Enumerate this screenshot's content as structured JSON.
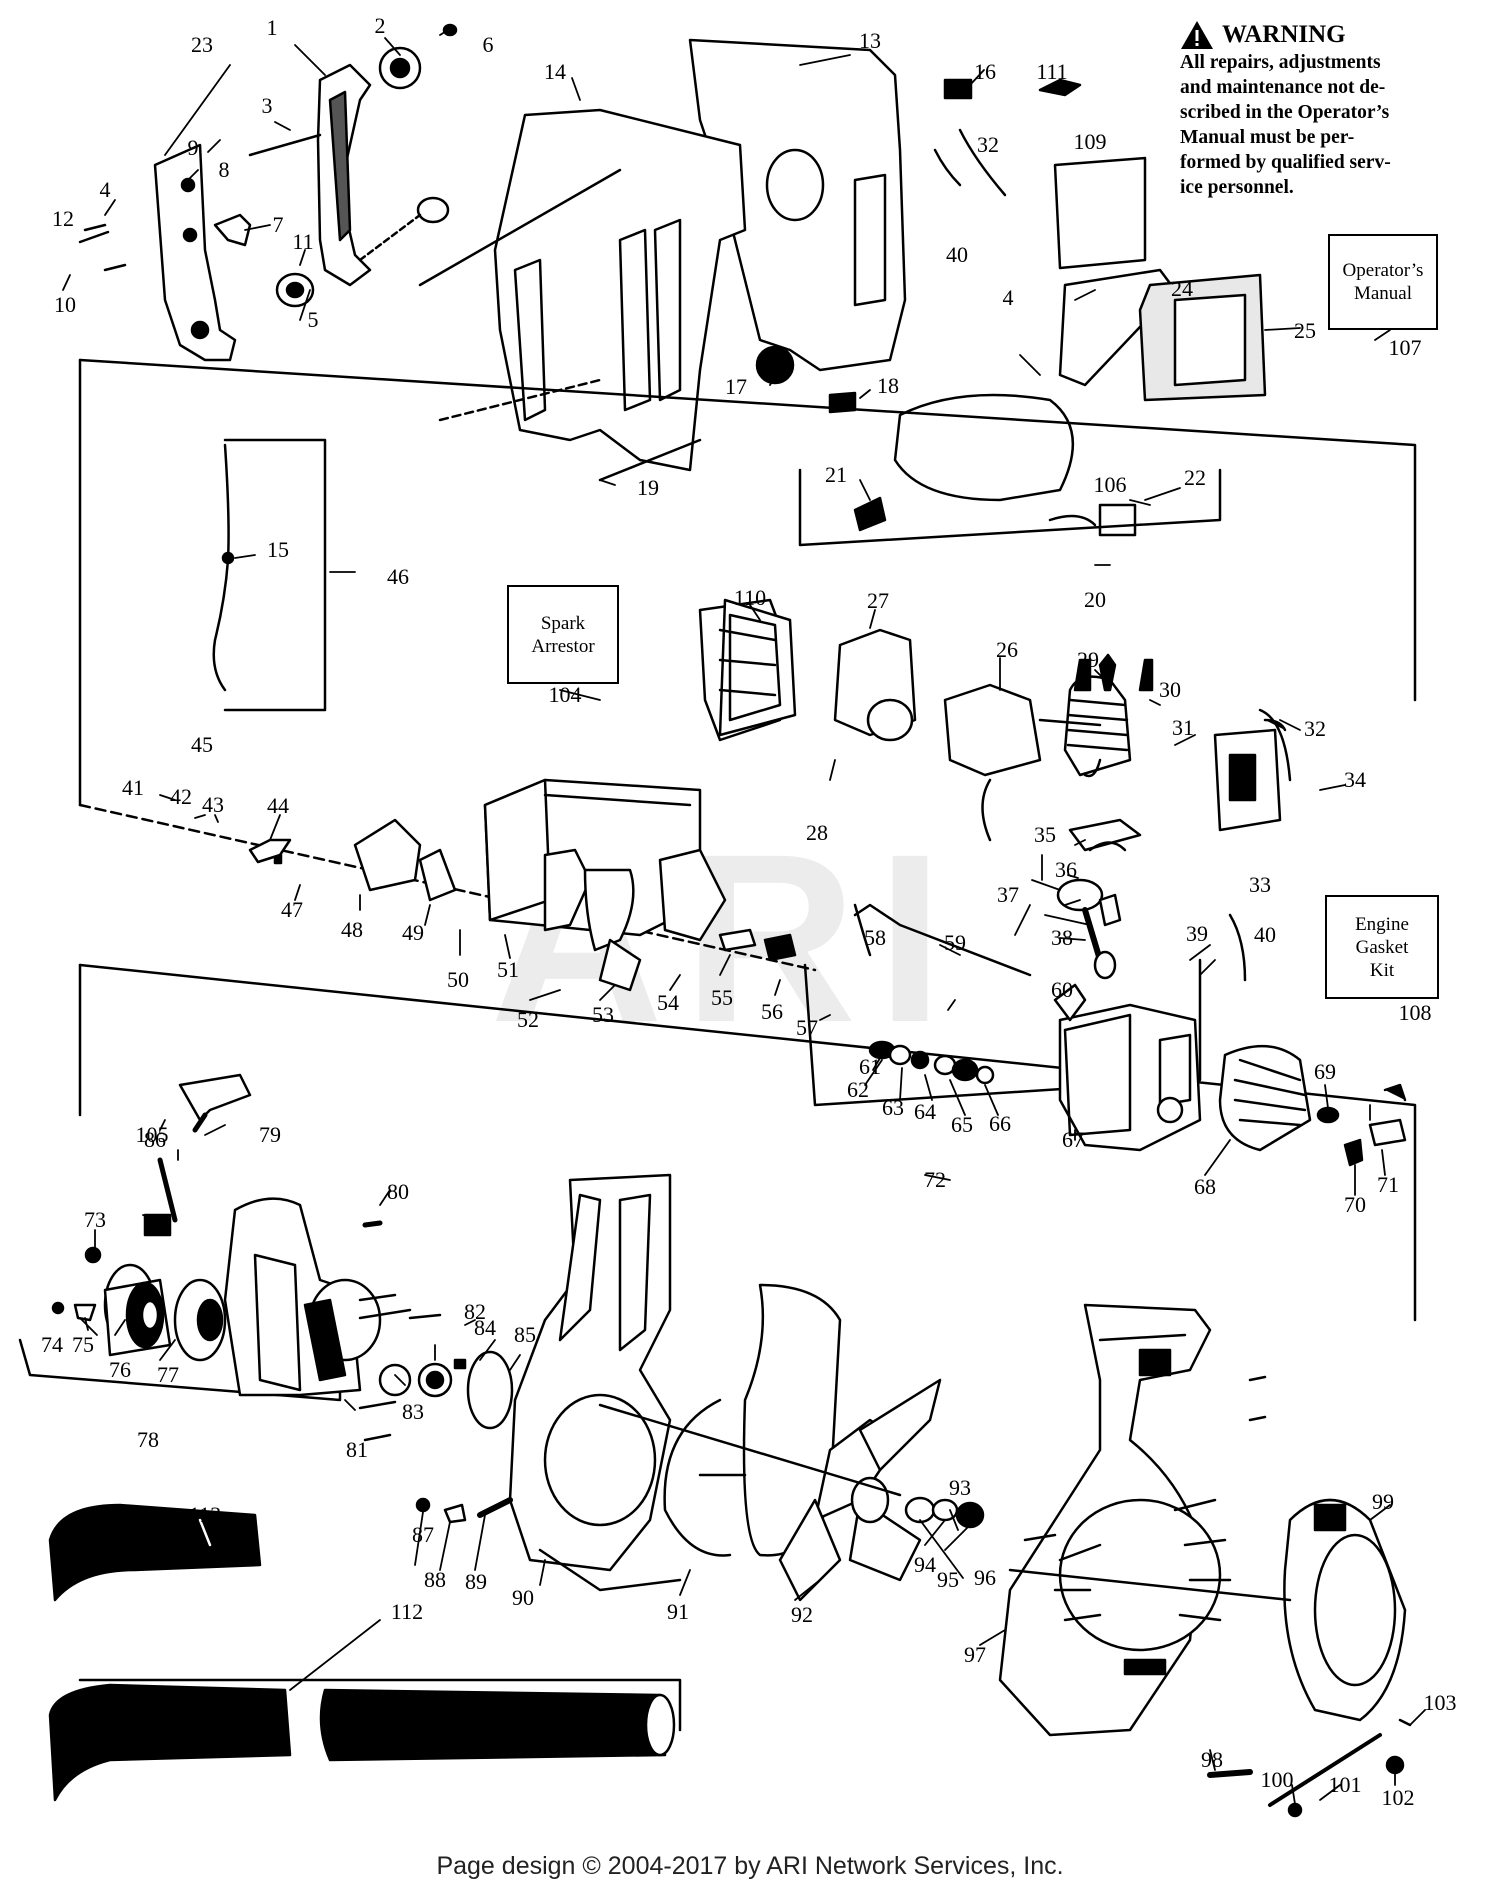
{
  "warning": {
    "title": "WARNING",
    "text": "All repairs, adjustments\nand maintenance not de-\nscribed in the Operator’s\nManual must be per-\nformed by qualified serv-\nice personnel.",
    "icon": "warning-triangle-icon"
  },
  "boxes": {
    "operators_manual": "Operator’s\nManual",
    "spark_arrestor": "Spark\nArrestor",
    "engine_gasket_kit": "Engine\nGasket\nKit"
  },
  "watermark": "ARI",
  "footer": "Page design © 2004-2017 by ARI Network Services, Inc.",
  "callouts": [
    "1",
    "2",
    "3",
    "4",
    "5",
    "6",
    "7",
    "8",
    "9",
    "10",
    "11",
    "12",
    "13",
    "14",
    "15",
    "16",
    "17",
    "18",
    "19",
    "20",
    "21",
    "22",
    "23",
    "24",
    "25",
    "26",
    "27",
    "28",
    "29",
    "30",
    "31",
    "32",
    "33",
    "34",
    "35",
    "36",
    "37",
    "38",
    "39",
    "40",
    "41",
    "42",
    "43",
    "44",
    "45",
    "46",
    "47",
    "48",
    "49",
    "50",
    "51",
    "52",
    "53",
    "54",
    "55",
    "56",
    "57",
    "58",
    "59",
    "60",
    "61",
    "62",
    "63",
    "64",
    "65",
    "66",
    "67",
    "68",
    "69",
    "70",
    "71",
    "72",
    "73",
    "74",
    "75",
    "76",
    "77",
    "78",
    "79",
    "80",
    "81",
    "82",
    "83",
    "84",
    "85",
    "86",
    "88",
    "89",
    "90",
    "91",
    "92",
    "93",
    "94",
    "95",
    "96",
    "97",
    "98",
    "99",
    "100",
    "101",
    "102",
    "103",
    "104",
    "105",
    "106",
    "107",
    "108",
    "109",
    "110",
    "111",
    "112",
    "113",
    "87",
    "4b",
    "32b",
    "40b"
  ]
}
